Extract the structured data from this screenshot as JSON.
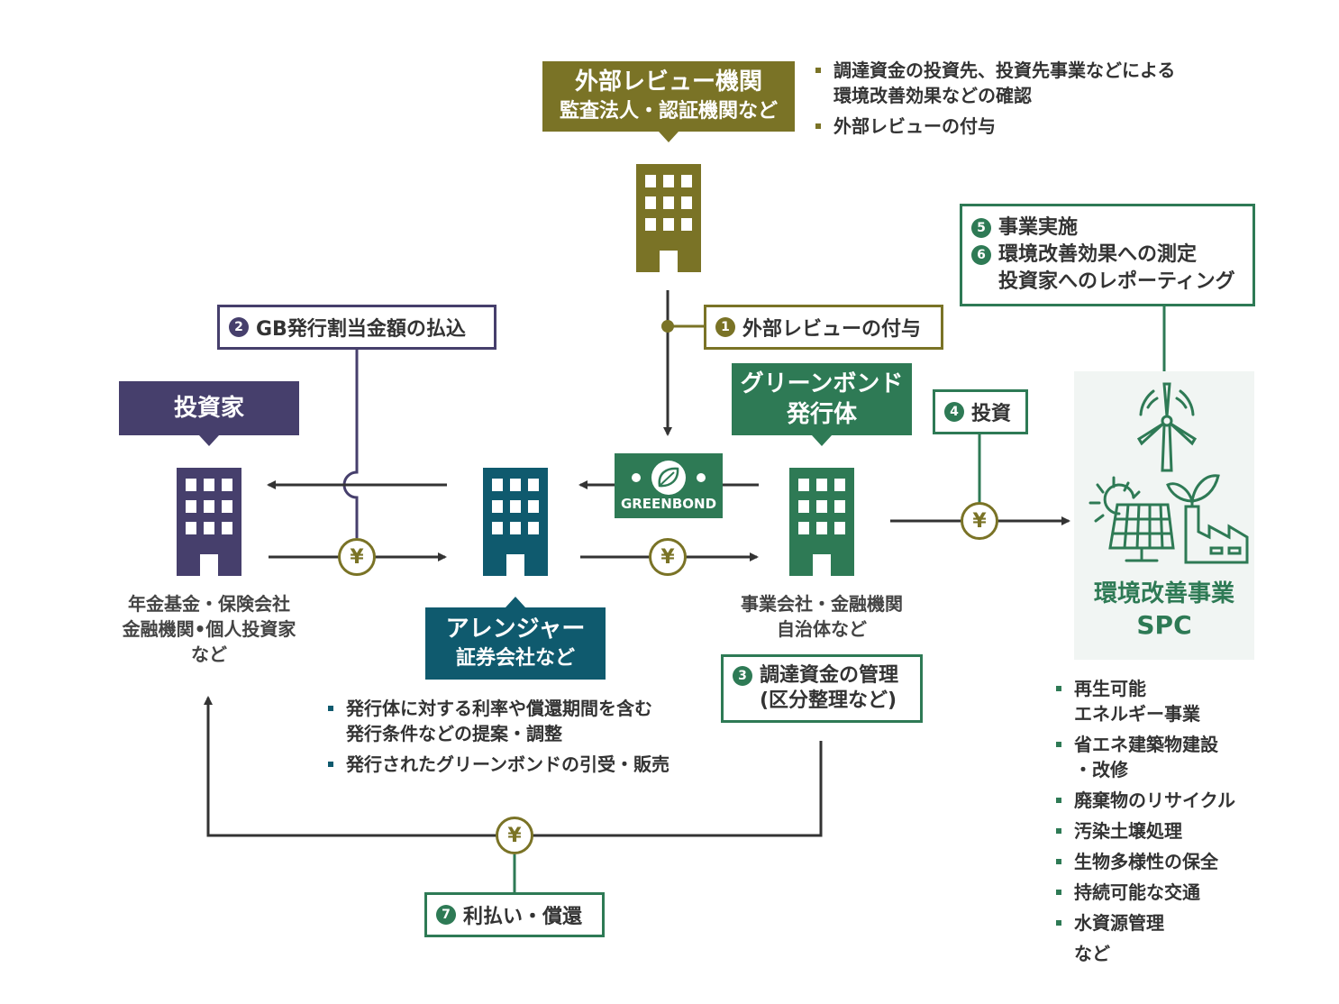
{
  "colors": {
    "review": "#7a7326",
    "investor": "#463f6c",
    "arranger": "#0f5a6e",
    "issuer": "#2e7a55",
    "arrow": "#333333",
    "spc_bg": "#f1f5f3"
  },
  "external_review": {
    "title_line1": "外部レビュー機関",
    "title_line2": "監査法人・認証機関など",
    "bullets": [
      "調達資金の投資先、投資先事業などによる\n環境改善効果などの確認",
      "外部レビューの付与"
    ]
  },
  "investor": {
    "title": "投資家",
    "caption": [
      "年金基金・保険会社",
      "金融機関•個人投資家",
      "など"
    ]
  },
  "arranger": {
    "title_line1": "アレンジャー",
    "title_line2": "証券会社など",
    "bullets": [
      "発行体に対する利率や償還期間を含む\n発行条件などの提案・調整",
      "発行されたグリーンボンドの引受・販売"
    ]
  },
  "issuer": {
    "title_line1": "グリーンボンド",
    "title_line2": "発行体",
    "caption": [
      "事業会社・金融機関",
      "自治体など"
    ]
  },
  "greenbond_badge": "GREENBOND",
  "yen_symbol": "¥",
  "steps": [
    {
      "num": "1",
      "text": "外部レビューの付与"
    },
    {
      "num": "2",
      "text": "GB発行割当金額の払込"
    },
    {
      "num": "3",
      "text": "調達資金の管理",
      "text2": "(区分整理など)"
    },
    {
      "num": "4",
      "text": "投資"
    },
    {
      "num": "5",
      "text": "事業実施"
    },
    {
      "num": "6",
      "text": "環境改善効果への測定",
      "text2": "投資家へのレポーティング"
    },
    {
      "num": "7",
      "text": "利払い・償還"
    }
  ],
  "spc": {
    "title_line1": "環境改善事業",
    "title_line2": "SPC",
    "bullets": [
      "再生可能\nエネルギー事業",
      "省エネ建築物建設\n・改修",
      "廃棄物のリサイクル",
      "汚染土壌処理",
      "生物多様性の保全",
      "持続可能な交通",
      "水資源管理"
    ],
    "footer": "など"
  }
}
